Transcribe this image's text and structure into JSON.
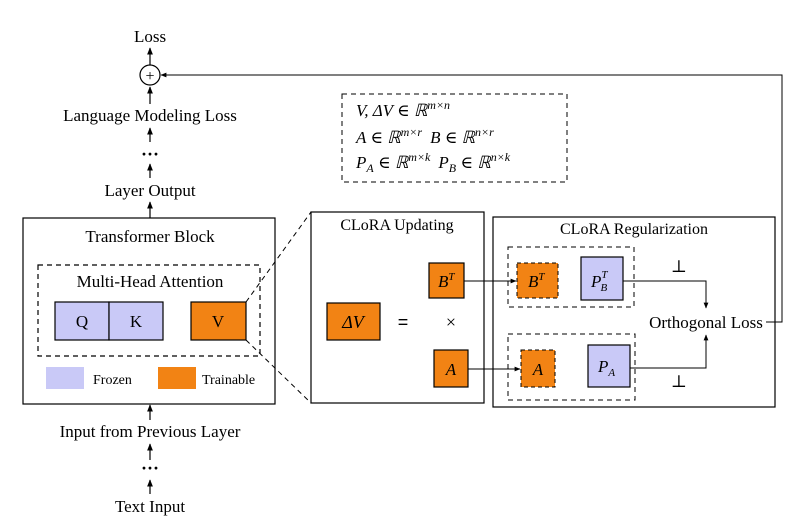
{
  "colors": {
    "frozen": "#c9c9f7",
    "trainable": "#f28314",
    "stroke": "#000000",
    "background": "#ffffff"
  },
  "flow": {
    "loss": "Loss",
    "plus": "+",
    "lm_loss": "Language Modeling Loss",
    "dots": "···",
    "layer_output": "Layer Output",
    "input_prev": "Input from Previous Layer",
    "text_input": "Text Input"
  },
  "transformer": {
    "title": "Transformer Block",
    "mha_title": "Multi-Head Attention",
    "q": "Q",
    "k": "K",
    "v": "V",
    "legend_frozen": "Frozen",
    "legend_trainable": "Trainable"
  },
  "definitions": {
    "line1": "V, ΔV ∈ ℝ",
    "line1_sup": "m×n",
    "line2a": "A ∈ ℝ",
    "line2a_sup": "m×r",
    "line2b": "B ∈ ℝ",
    "line2b_sup": "n×r",
    "line3a": "P",
    "line3a_sub": "A",
    "line3a_rest": " ∈ ℝ",
    "line3a_sup": "m×k",
    "line3b": "P",
    "line3b_sub": "B",
    "line3b_rest": " ∈ ℝ",
    "line3b_sup": "n×k"
  },
  "updating": {
    "title": "CLoRA Updating",
    "delta_v": "ΔV",
    "equals": "=",
    "times": "×",
    "bt": "B",
    "bt_sup": "T",
    "a": "A"
  },
  "regularization": {
    "title": "CLoRA Regularization",
    "bt": "B",
    "bt_sup": "T",
    "pb": "P",
    "pb_sup": "T",
    "pb_sub": "B",
    "a": "A",
    "pa": "P",
    "pa_sub": "A",
    "perp": "⊥",
    "orth_loss": "Orthogonal Loss"
  }
}
